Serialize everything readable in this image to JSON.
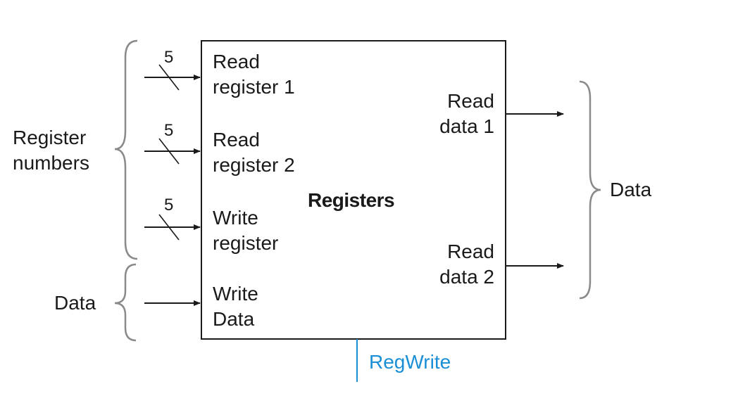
{
  "colors": {
    "ink": "#1a1a1a",
    "accent": "#1a8fd6",
    "background": "#ffffff"
  },
  "block": {
    "title": "Registers"
  },
  "inputs": {
    "read_register_1": {
      "line1": "Read",
      "line2": "register 1",
      "width": "5"
    },
    "read_register_2": {
      "line1": "Read",
      "line2": "register 2",
      "width": "5"
    },
    "write_register": {
      "line1": "Write",
      "line2": "register",
      "width": "5"
    },
    "write_data": {
      "line1": "Write",
      "line2": "Data"
    }
  },
  "outputs": {
    "read_data_1": {
      "line1": "Read",
      "line2": "data 1"
    },
    "read_data_2": {
      "line1": "Read",
      "line2": "data 2"
    }
  },
  "groups": {
    "register_numbers": {
      "line1": "Register",
      "line2": "numbers"
    },
    "input_data": "Data",
    "output_data": "Data"
  },
  "control": {
    "regwrite": "RegWrite"
  }
}
